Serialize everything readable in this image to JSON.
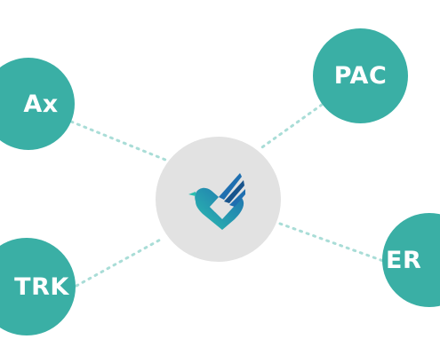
{
  "colors": {
    "node_fill": "#3AAFA5",
    "hub_fill": "#E2E2E2",
    "connector": "#A9DDD7",
    "logo_teal": "#2BBFB0",
    "logo_blue": "#1F6FB0",
    "logo_dark": "#18548C"
  },
  "hub": {
    "icon": "heart-check-shield-icon"
  },
  "nodes": [
    {
      "id": "ax",
      "label": "Ax"
    },
    {
      "id": "pac",
      "label": "PAC"
    },
    {
      "id": "trk",
      "label": "TRK"
    },
    {
      "id": "er",
      "label": "ER"
    }
  ]
}
